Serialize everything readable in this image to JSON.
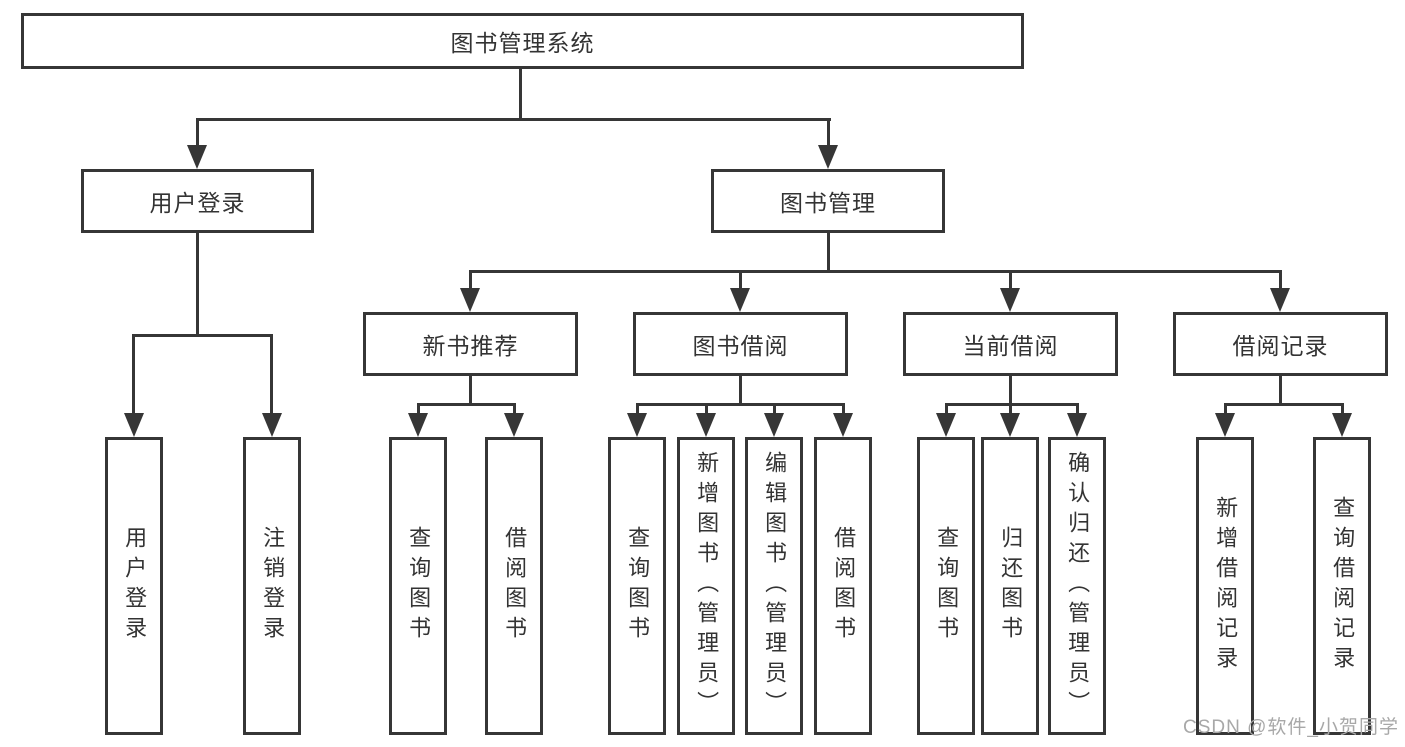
{
  "diagram_title": "图书管理系统",
  "tree": {
    "root": {
      "label": "图书管理系统"
    },
    "level1": [
      {
        "label": "用户登录",
        "leaves": [
          "用户登录",
          "注销登录"
        ]
      },
      {
        "label": "图书管理"
      }
    ],
    "level2": [
      {
        "label": "新书推荐",
        "leaves": [
          "查询图书",
          "借阅图书"
        ]
      },
      {
        "label": "图书借阅",
        "leaves": [
          "查询图书",
          "新增图书（管理员）",
          "编辑图书（管理员）",
          "借阅图书"
        ]
      },
      {
        "label": "当前借阅",
        "leaves": [
          "查询图书",
          "归还图书",
          "确认归还（管理员）"
        ]
      },
      {
        "label": "借阅记录",
        "leaves": [
          "新增借阅记录",
          "查询借阅记录"
        ]
      }
    ]
  },
  "watermark": {
    "text": "CSDN @软件_小贺同学"
  },
  "colors": {
    "line": "#363636",
    "text": "#333333",
    "watermark": "#a8a8a8",
    "background": "#ffffff"
  }
}
